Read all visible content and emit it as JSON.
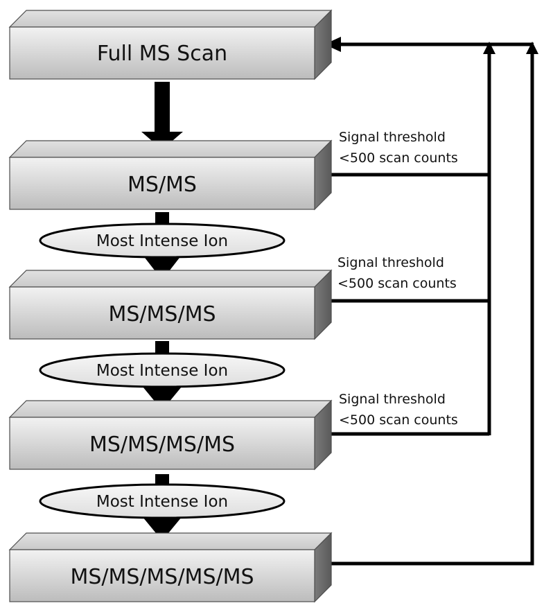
{
  "steps": [
    {
      "label": "Full MS Scan"
    },
    {
      "label": "MS/MS"
    },
    {
      "label": "MS/MS/MS"
    },
    {
      "label": "MS/MS/MS/MS"
    },
    {
      "label": "MS/MS/MS/MS/MS"
    }
  ],
  "selection_labels": [
    "Most Intense Ion",
    "Most Intense Ion",
    "Most Intense Ion"
  ],
  "threshold_labels": [
    {
      "line1": "Signal threshold",
      "line2": "<500 scan counts"
    },
    {
      "line1": "Signal threshold",
      "line2": "<500 scan counts"
    },
    {
      "line1": "Signal threshold",
      "line2": "<500 scan counts"
    }
  ],
  "colors": {
    "box_front_top": "#efefef",
    "box_front_bottom": "#bdbdbd",
    "box_top": "#d6d6d6",
    "box_side": "#6d6d6d",
    "oval_fill": "#ececec",
    "line": "#000000"
  }
}
